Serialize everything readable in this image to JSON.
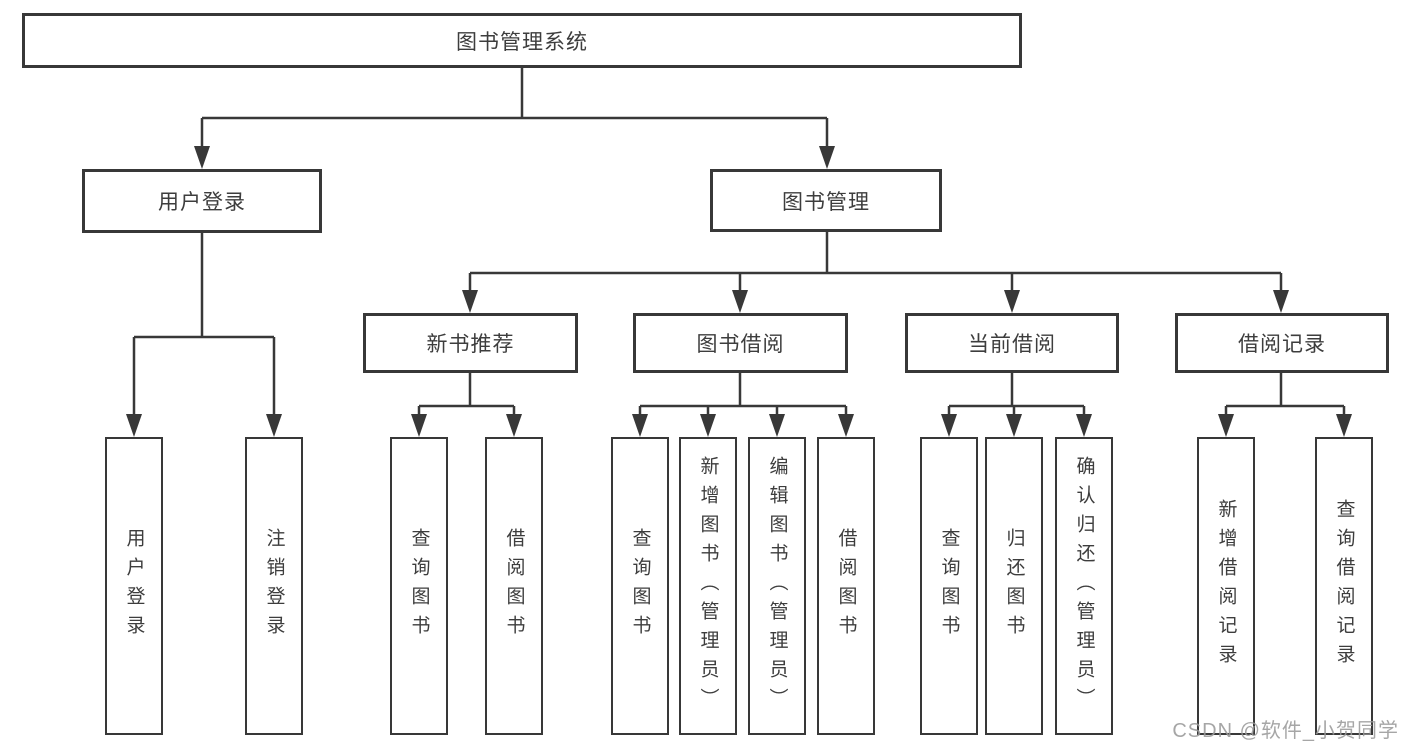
{
  "nodes": {
    "root": "图书管理系统",
    "user_login": "用户登录",
    "book_management": "图书管理",
    "new_book_recommend": "新书推荐",
    "book_borrow": "图书借阅",
    "current_borrow": "当前借阅",
    "borrow_record": "借阅记录",
    "user_login_children": [
      "用户登录",
      "注销登录"
    ],
    "new_book_recommend_children": [
      "查询图书",
      "借阅图书"
    ],
    "book_borrow_children": [
      "查询图书",
      "新增图书（管理员）",
      "编辑图书（管理员）",
      "借阅图书"
    ],
    "current_borrow_children": [
      "查询图书",
      "归还图书",
      "确认归还（管理员）"
    ],
    "borrow_record_children": [
      "新增借阅记录",
      "查询借阅记录"
    ]
  },
  "watermark": "CSDN @软件_小贺同学",
  "colors": {
    "line": "#383838",
    "text": "#3d3d3d",
    "background": "#ffffff",
    "watermark": "#9a9a9a"
  }
}
